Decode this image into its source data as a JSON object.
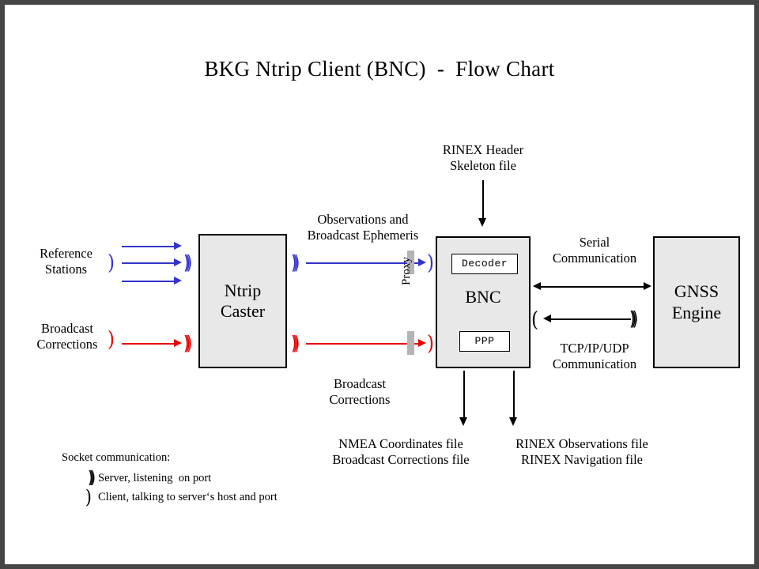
{
  "title": "BKG Ntrip Client (BNC)  -  Flow Chart",
  "colors": {
    "blue": "#3333CC",
    "red": "#E60000",
    "black": "#000000",
    "box_fill": "#E8E8E8",
    "proxy_gray": "#B4B4B4",
    "frame": "#454545"
  },
  "nodes": {
    "caster": {
      "line1": "Ntrip",
      "line2": "Caster"
    },
    "bnc": {
      "label": "BNC",
      "decoder": "Decoder",
      "ppp": "PPP"
    },
    "gnss": {
      "line1": "GNSS",
      "line2": "Engine"
    }
  },
  "labels": {
    "reference_stations": "Reference\nStations",
    "broadcast_corrections_left": "Broadcast\nCorrections",
    "observations_ephemeris": "Observations and\nBroadcast Ephemeris",
    "broadcast_corrections_mid": "Broadcast\nCorrections",
    "rinex_header_skeleton": "RINEX Header\nSkeleton file",
    "serial_communication": "Serial\nCommunication",
    "tcpip_communication": "TCP/IP/UDP\nCommunication",
    "proxy": "Proxy",
    "output_left": "NMEA Coordinates file\nBroadcast Corrections file",
    "output_right": "RINEX Observations file\nRINEX Navigation file"
  },
  "legend": {
    "title": "Socket communication:",
    "items": [
      {
        "glyph": "server-socket-icon",
        "symbol": ")))",
        "text": "Server, listening  on port"
      },
      {
        "glyph": "client-socket-icon",
        "symbol": ")",
        "text": "Client, talking to server‘s host and port"
      }
    ]
  },
  "socket_symbols": {
    "server": ")))",
    "client": ")",
    "client_open": "("
  }
}
